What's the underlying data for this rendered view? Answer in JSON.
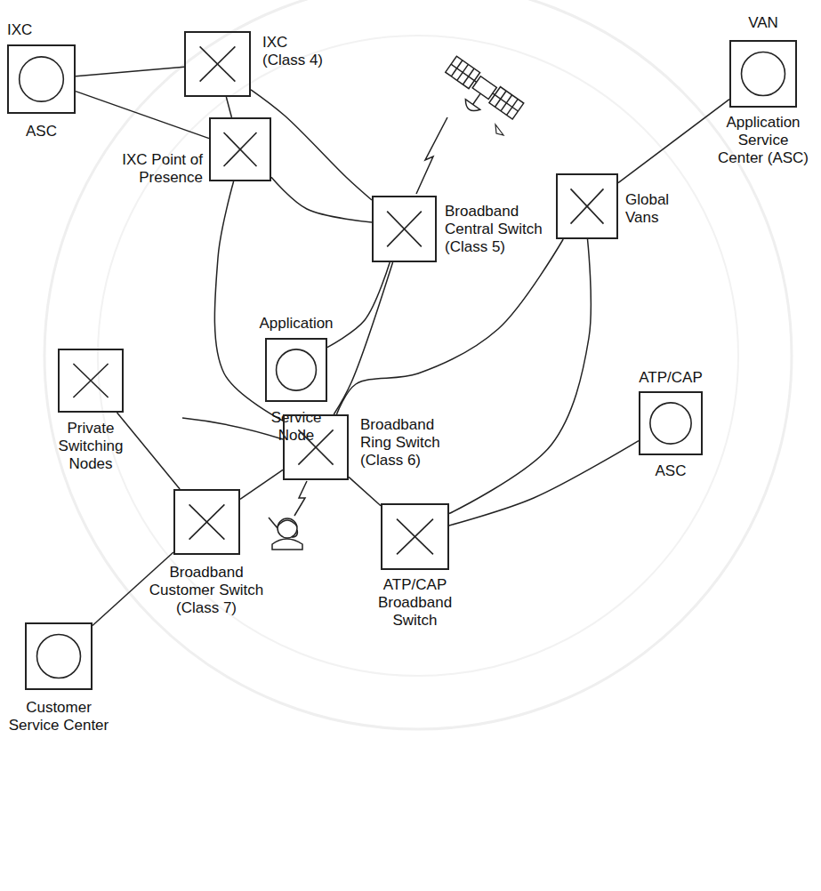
{
  "diagram": {
    "nodes": [
      {
        "text": [
          "IXC",
          "ASC"
        ]
      },
      {
        "text": [
          "IXC (Class 4)"
        ]
      },
      {
        "text": [
          "VAN",
          "Application Service Center (ASC)"
        ]
      },
      {
        "text": [
          "IXC Point of Presence"
        ]
      },
      {
        "text": [
          "Global Vans"
        ]
      },
      {
        "text": [
          "Broadband Central Switch (Class 5)"
        ]
      },
      {
        "text": [
          "Application",
          "Service Node"
        ]
      },
      {
        "text": [
          "Private Switching Nodes"
        ]
      },
      {
        "text": [
          "Broadband Ring Switch (Class 6)"
        ]
      },
      {
        "text": [
          "ATP/CAP",
          "ASC"
        ]
      },
      {
        "text": [
          "Broadband Customer Switch (Class 7)"
        ]
      },
      {
        "text": [
          "ATP/CAP Broadband Switch"
        ]
      },
      {
        "text": [
          "Customer Service Center"
        ]
      }
    ],
    "edges": [
      {
        "from": 0,
        "to": 1,
        "arrow": "none"
      },
      {
        "from": 0,
        "to": 3,
        "arrow": "none"
      },
      {
        "from": 1,
        "to": 3,
        "arrow": "none"
      },
      {
        "from": 1,
        "to": 5,
        "arrow": "none"
      },
      {
        "from": 3,
        "to": 5,
        "arrow": "none"
      },
      {
        "from": 3,
        "to": 8,
        "arrow": "none"
      },
      {
        "from": 5,
        "to": 6,
        "arrow": "none"
      },
      {
        "from": 5,
        "to": 8,
        "arrow": "none"
      },
      {
        "from": 2,
        "to": 4,
        "arrow": "none"
      },
      {
        "from": 4,
        "to": 8,
        "arrow": "none"
      },
      {
        "from": 4,
        "to": 11,
        "arrow": "none"
      },
      {
        "from": 9,
        "to": 11,
        "arrow": "none"
      },
      {
        "from": 8,
        "to": 10,
        "arrow": "none"
      },
      {
        "from": 8,
        "to": 11,
        "arrow": "none"
      },
      {
        "from": 7,
        "to": 10,
        "arrow": "none"
      },
      {
        "from": 10,
        "to": 12,
        "arrow": "none"
      }
    ]
  }
}
